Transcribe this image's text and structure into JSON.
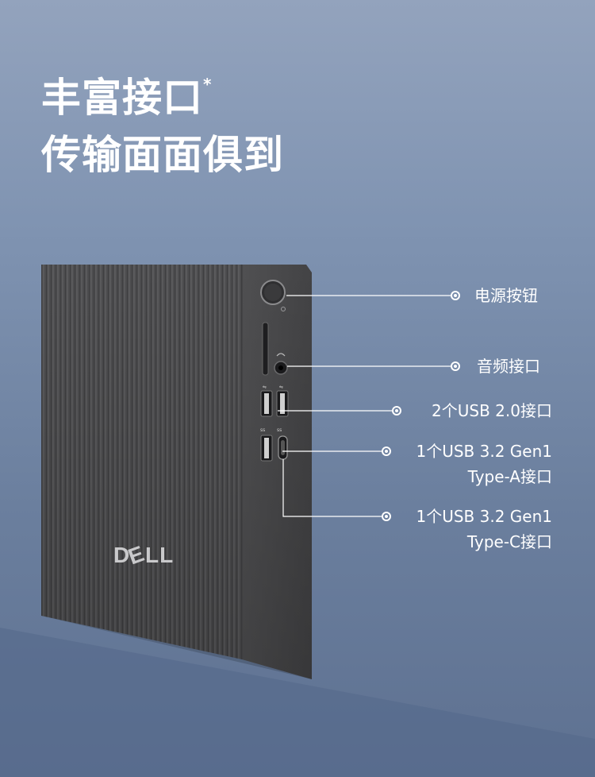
{
  "headline": {
    "line1": "丰富接口",
    "line1_mark": "*",
    "line2": "传输面面俱到"
  },
  "brand": {
    "logo_text": "DELL"
  },
  "callouts": [
    {
      "id": "power",
      "lines": [
        "电源按钮"
      ]
    },
    {
      "id": "audio",
      "lines": [
        "音频接口"
      ]
    },
    {
      "id": "usb2",
      "lines": [
        "2个USB 2.0接口"
      ]
    },
    {
      "id": "usb32a",
      "lines": [
        "1个USB 3.2 Gen1",
        "Type-A接口"
      ]
    },
    {
      "id": "usb32c",
      "lines": [
        "1个USB 3.2 Gen1",
        "Type-C接口"
      ]
    }
  ],
  "colors": {
    "background_top": "#93a3bd",
    "background_bottom": "#5e7191",
    "chassis": "#4b4b4d",
    "text": "#ffffff"
  }
}
